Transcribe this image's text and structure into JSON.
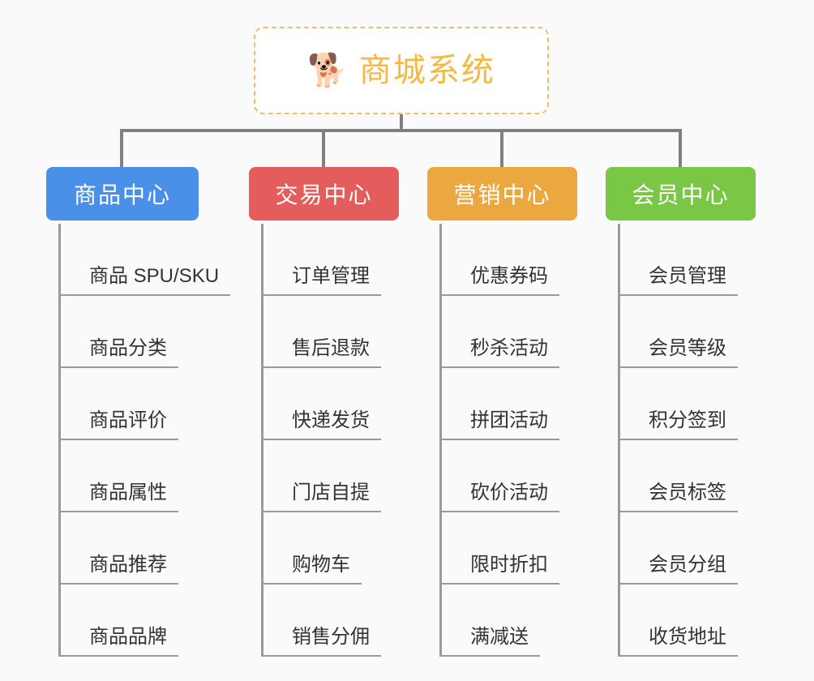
{
  "background_color": "#fafafa",
  "root": {
    "icon": "shiba-dog-face-emoji",
    "emoji": "🐕",
    "title": "商城系统",
    "text_color": "#f5b840",
    "border_color": "#f0c060",
    "fill_color": "#ffffff"
  },
  "connector_color": "#808080",
  "spine_color": "#9a9a9a",
  "columns": [
    {
      "title": "商品中心",
      "color": "#4a90e8",
      "items": [
        "商品 SPU/SKU",
        "商品分类",
        "商品评价",
        "商品属性",
        "商品推荐",
        "商品品牌"
      ]
    },
    {
      "title": "交易中心",
      "color": "#e45c5c",
      "items": [
        "订单管理",
        "售后退款",
        "快递发货",
        "门店自提",
        "购物车",
        "销售分佣"
      ]
    },
    {
      "title": "营销中心",
      "color": "#eba740",
      "items": [
        "优惠券码",
        "秒杀活动",
        "拼团活动",
        "砍价活动",
        "限时折扣",
        "满减送"
      ]
    },
    {
      "title": "会员中心",
      "color": "#7ac745",
      "items": [
        "会员管理",
        "会员等级",
        "积分签到",
        "会员标签",
        "会员分组",
        "收货地址"
      ]
    }
  ]
}
